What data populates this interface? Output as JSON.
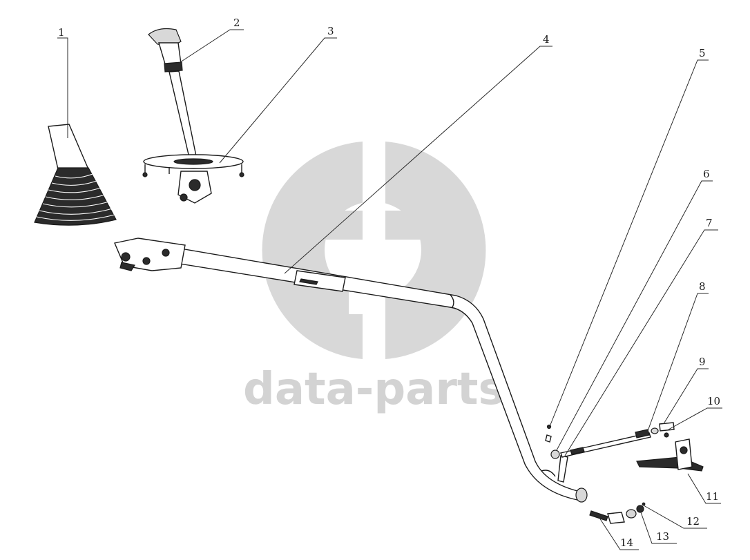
{
  "watermark": {
    "text": "data-parts",
    "color": "#cfcfcf"
  },
  "callouts": [
    {
      "id": "1",
      "label": "1"
    },
    {
      "id": "2",
      "label": "2"
    },
    {
      "id": "3",
      "label": "3"
    },
    {
      "id": "4",
      "label": "4"
    },
    {
      "id": "5",
      "label": "5"
    },
    {
      "id": "6",
      "label": "6"
    },
    {
      "id": "7",
      "label": "7"
    },
    {
      "id": "8",
      "label": "8"
    },
    {
      "id": "9",
      "label": "9"
    },
    {
      "id": "10",
      "label": "10"
    },
    {
      "id": "11",
      "label": "11"
    },
    {
      "id": "12",
      "label": "12"
    },
    {
      "id": "13",
      "label": "13"
    },
    {
      "id": "14",
      "label": "14"
    }
  ]
}
